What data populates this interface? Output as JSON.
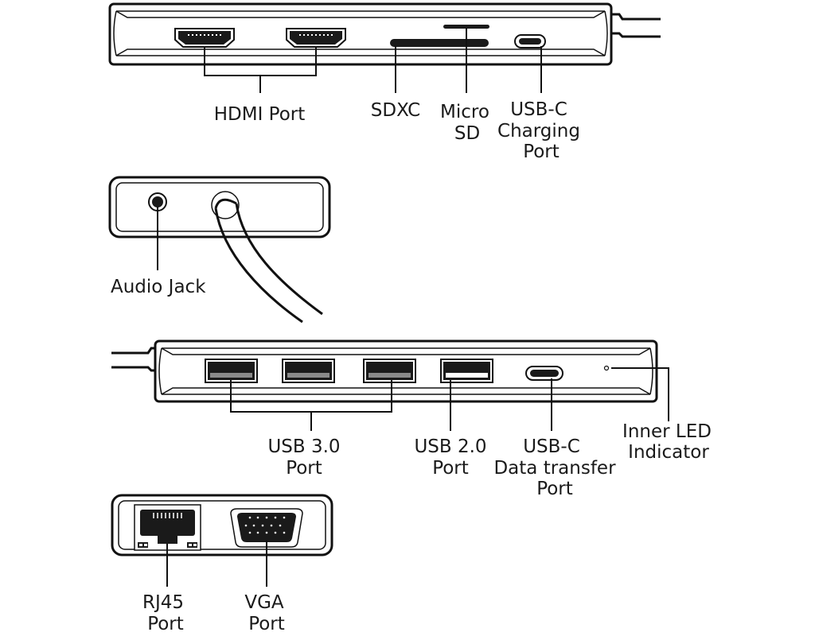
{
  "diagram": {
    "title": "USB-C hub port layout",
    "views": [
      {
        "id": "top-side",
        "labels": [
          {
            "id": "hdmi",
            "lines": [
              "HDMI Port"
            ]
          },
          {
            "id": "sdxc",
            "lines": [
              "SDXC"
            ]
          },
          {
            "id": "microsd",
            "lines": [
              "Micro",
              "SD"
            ]
          },
          {
            "id": "usbc-charging",
            "lines": [
              "USB-C",
              "Charging",
              "Port"
            ]
          }
        ]
      },
      {
        "id": "end-side",
        "labels": [
          {
            "id": "audio",
            "lines": [
              "Audio Jack"
            ]
          }
        ]
      },
      {
        "id": "bottom-side",
        "labels": [
          {
            "id": "usb30",
            "lines": [
              "USB 3.0",
              "Port"
            ]
          },
          {
            "id": "usb20",
            "lines": [
              "USB 2.0",
              "Port"
            ]
          },
          {
            "id": "usbc-data",
            "lines": [
              "USB-C",
              "Data transfer",
              "Port"
            ]
          },
          {
            "id": "led",
            "lines": [
              "Inner LED",
              "Indicator"
            ]
          }
        ]
      },
      {
        "id": "other-end",
        "labels": [
          {
            "id": "rj45",
            "lines": [
              "RJ45",
              "Port"
            ]
          },
          {
            "id": "vga",
            "lines": [
              "VGA",
              "Port"
            ]
          }
        ]
      }
    ]
  },
  "labels": {
    "hdmi": "HDMI Port",
    "sdxc": "SDXC",
    "microsd_1": "Micro",
    "microsd_2": "SD",
    "usbc_charging_1": "USB-C",
    "usbc_charging_2": "Charging",
    "usbc_charging_3": "Port",
    "audio": "Audio Jack",
    "usb30_1": "USB 3.0",
    "usb30_2": "Port",
    "usb20_1": "USB 2.0",
    "usb20_2": "Port",
    "usbc_data_1": "USB-C",
    "usbc_data_2": "Data transfer",
    "usbc_data_3": "Port",
    "led_1": "Inner LED",
    "led_2": "Indicator",
    "rj45_1": "RJ45",
    "rj45_2": "Port",
    "vga_1": "VGA",
    "vga_2": "Port"
  },
  "colors": {
    "line": "#111111",
    "background": "#ffffff",
    "port_fill": "#1a1a1a",
    "usb_tongue": "#8a8a8a"
  }
}
